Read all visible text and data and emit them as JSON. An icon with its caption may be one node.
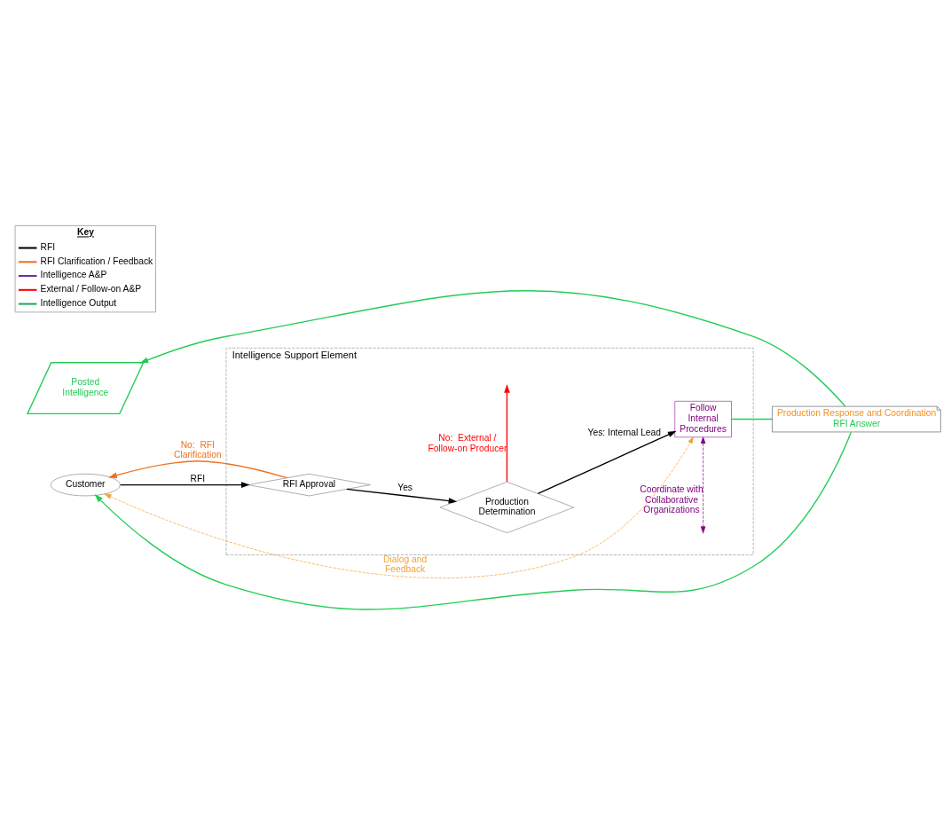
{
  "diagram": {
    "nodes": [
      {
        "text": [
          "Intelligence Support Element"
        ]
      },
      {
        "text": [
          "Posted Intelligence"
        ]
      },
      {
        "text": [
          "Customer"
        ]
      },
      {
        "text": [
          "RFI Approval"
        ],
        "in": 0
      },
      {
        "text": [
          "Production Determination"
        ],
        "in": 0
      },
      {
        "text": [
          "Follow Internal Procedures"
        ],
        "in": 0
      },
      {
        "text": [
          "Production Response and Coordination",
          "RFI Answer"
        ]
      }
    ],
    "edges": [
      {
        "from": 2,
        "to": 3,
        "arrow": "to",
        "label": "RFI"
      },
      {
        "from": 3,
        "to": 4,
        "arrow": "to",
        "label": "Yes"
      },
      {
        "from": 4,
        "to": 5,
        "arrow": "to",
        "label": "Yes: Internal Lead"
      },
      {
        "from": 3,
        "to": 2,
        "arrow": "to",
        "label": "No:  RFI Clarification",
        "color": "#f07020"
      },
      {
        "from": 4,
        "to": null,
        "arrow": "to",
        "label": "No:  External / Follow-on Producer",
        "color": "#ff0000"
      },
      {
        "from": 5,
        "to": null,
        "arrow": "both",
        "label": "Coordinate with Collaborative Organizations",
        "style": "dashed",
        "color": "#800080"
      },
      {
        "from": 2,
        "to": 5,
        "arrow": "both",
        "label": "Dialog and Feedback",
        "style": "dashed",
        "color": "#f5a030"
      },
      {
        "from": 5,
        "to": 6,
        "arrow": "none",
        "color": "#22cc55"
      },
      {
        "from": 6,
        "to": 2,
        "arrow": "to",
        "color": "#22cc55"
      },
      {
        "from": 6,
        "to": 1,
        "arrow": "to",
        "color": "#22cc55"
      }
    ],
    "labels": [
      "Key"
    ],
    "legend": [
      {
        "text": "RFI"
      },
      {
        "text": "RFI Clarification / Feedback"
      },
      {
        "text": "Intelligence A&P"
      },
      {
        "text": "External / Follow-on A&P"
      },
      {
        "text": "Intelligence Output"
      }
    ]
  }
}
